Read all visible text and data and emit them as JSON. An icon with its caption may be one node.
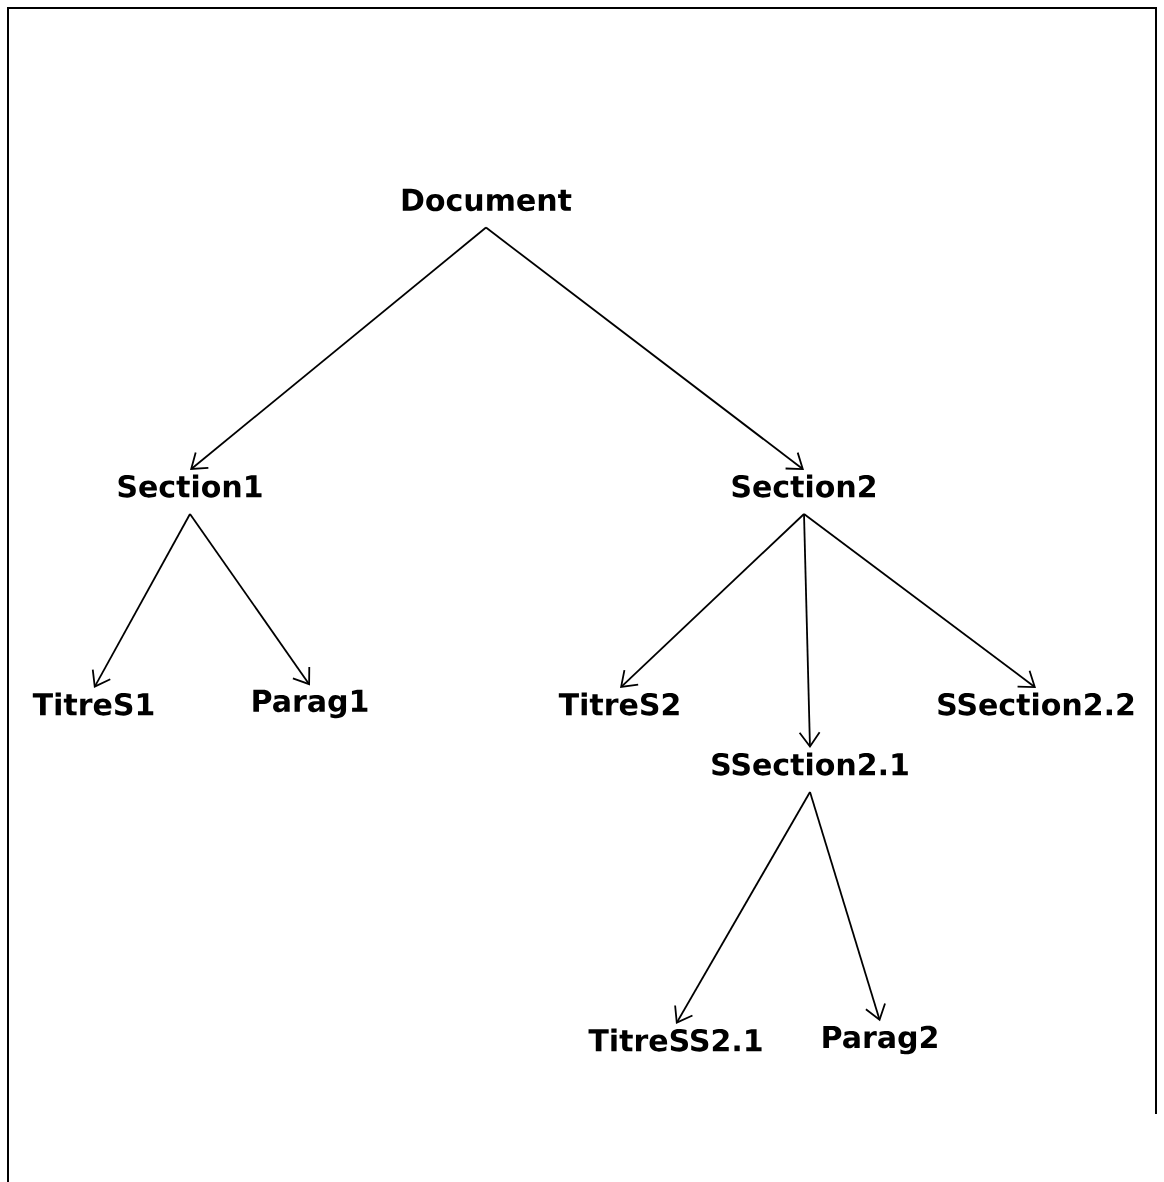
{
  "diagram": {
    "nodes": [
      {
        "text": [
          "Document"
        ]
      },
      {
        "text": [
          "Section1"
        ]
      },
      {
        "text": [
          "Section2"
        ]
      },
      {
        "text": [
          "TitreS1"
        ]
      },
      {
        "text": [
          "Parag1"
        ]
      },
      {
        "text": [
          "TitreS2"
        ]
      },
      {
        "text": [
          "SSection2.1"
        ]
      },
      {
        "text": [
          "SSection2.2"
        ]
      },
      {
        "text": [
          "TitreSS2.1"
        ]
      },
      {
        "text": [
          "Parag2"
        ]
      }
    ],
    "edges": [
      {
        "from": 0,
        "to": 1,
        "arrow": "to"
      },
      {
        "from": 0,
        "to": 2,
        "arrow": "to"
      },
      {
        "from": 1,
        "to": 3,
        "arrow": "to"
      },
      {
        "from": 1,
        "to": 4,
        "arrow": "to"
      },
      {
        "from": 2,
        "to": 5,
        "arrow": "to"
      },
      {
        "from": 2,
        "to": 6,
        "arrow": "to"
      },
      {
        "from": 2,
        "to": 7,
        "arrow": "to"
      },
      {
        "from": 6,
        "to": 8,
        "arrow": "to"
      },
      {
        "from": 6,
        "to": 9,
        "arrow": "to"
      }
    ]
  }
}
